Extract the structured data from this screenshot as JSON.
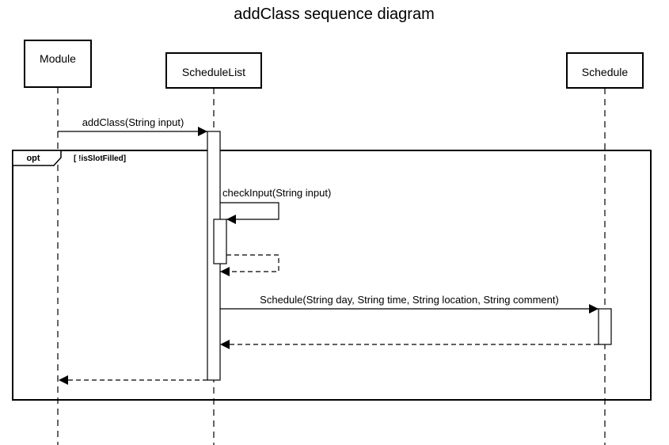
{
  "title": "addClass sequence diagram",
  "participants": {
    "module": "Module",
    "schedule_list": "ScheduleList",
    "schedule": "Schedule"
  },
  "frame": {
    "operator": "opt",
    "guard": "[ !isSlotFilled]"
  },
  "messages": {
    "add_class": "addClass(String input)",
    "check_input": "checkInput(String input)",
    "schedule_constructor": "Schedule(String day, String time, String location, String comment)"
  },
  "colors": {
    "line": "#000000",
    "background": "#ffffff"
  }
}
